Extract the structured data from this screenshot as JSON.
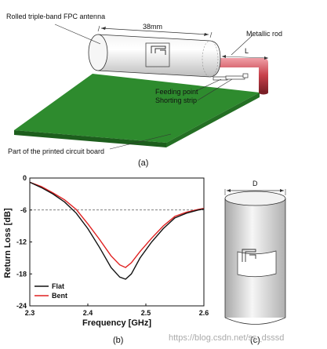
{
  "panel_a": {
    "antenna_label": "Rolled triple-band FPC antenna",
    "length_label": "38mm",
    "rod_label": "Metallic rod",
    "l_label": "L",
    "feed_label": "Feeding point",
    "strip_label": "Shorting strip",
    "pcb_label": "Part of the printed circuit board",
    "caption": "(a)",
    "colors": {
      "pcb": "#2e8b2e",
      "rod": "#c8404a"
    }
  },
  "panel_c": {
    "d_label": "D",
    "caption": "(c)"
  },
  "chart_data": {
    "type": "line",
    "caption": "(b)",
    "xlabel": "Frequency [GHz]",
    "ylabel": "Return Loss [dB]",
    "xlim": [
      2.3,
      2.6
    ],
    "ylim": [
      -24,
      0
    ],
    "xticks": [
      "2.3",
      "2.4",
      "2.5",
      "2.6"
    ],
    "yticks": [
      "0",
      "-6",
      "-12",
      "-18",
      "-24"
    ],
    "xtick_values": [
      2.3,
      2.4,
      2.5,
      2.6
    ],
    "ytick_values": [
      0,
      -6,
      -12,
      -18,
      -24
    ],
    "reference_line": -6,
    "legend_position": "bottom-left",
    "series": [
      {
        "name": "Flat",
        "color": "#111111",
        "x": [
          2.3,
          2.32,
          2.34,
          2.36,
          2.38,
          2.4,
          2.42,
          2.44,
          2.455,
          2.465,
          2.475,
          2.49,
          2.51,
          2.53,
          2.55,
          2.57,
          2.59,
          2.6
        ],
        "y": [
          -0.8,
          -1.8,
          -3.0,
          -4.5,
          -6.6,
          -9.5,
          -13.0,
          -16.8,
          -18.6,
          -19.0,
          -18.0,
          -15.0,
          -12.0,
          -9.5,
          -7.5,
          -6.6,
          -6.0,
          -5.8
        ]
      },
      {
        "name": "Bent",
        "color": "#e02020",
        "x": [
          2.3,
          2.32,
          2.34,
          2.36,
          2.38,
          2.4,
          2.42,
          2.44,
          2.455,
          2.465,
          2.475,
          2.49,
          2.51,
          2.53,
          2.55,
          2.57,
          2.59,
          2.6
        ],
        "y": [
          -0.8,
          -1.6,
          -2.8,
          -4.1,
          -5.9,
          -8.6,
          -11.5,
          -14.6,
          -16.3,
          -16.8,
          -15.9,
          -13.8,
          -11.3,
          -9.0,
          -7.2,
          -6.4,
          -5.9,
          -5.7
        ]
      }
    ]
  },
  "watermark": "https://blog.csdn.net/ss_dsssd"
}
